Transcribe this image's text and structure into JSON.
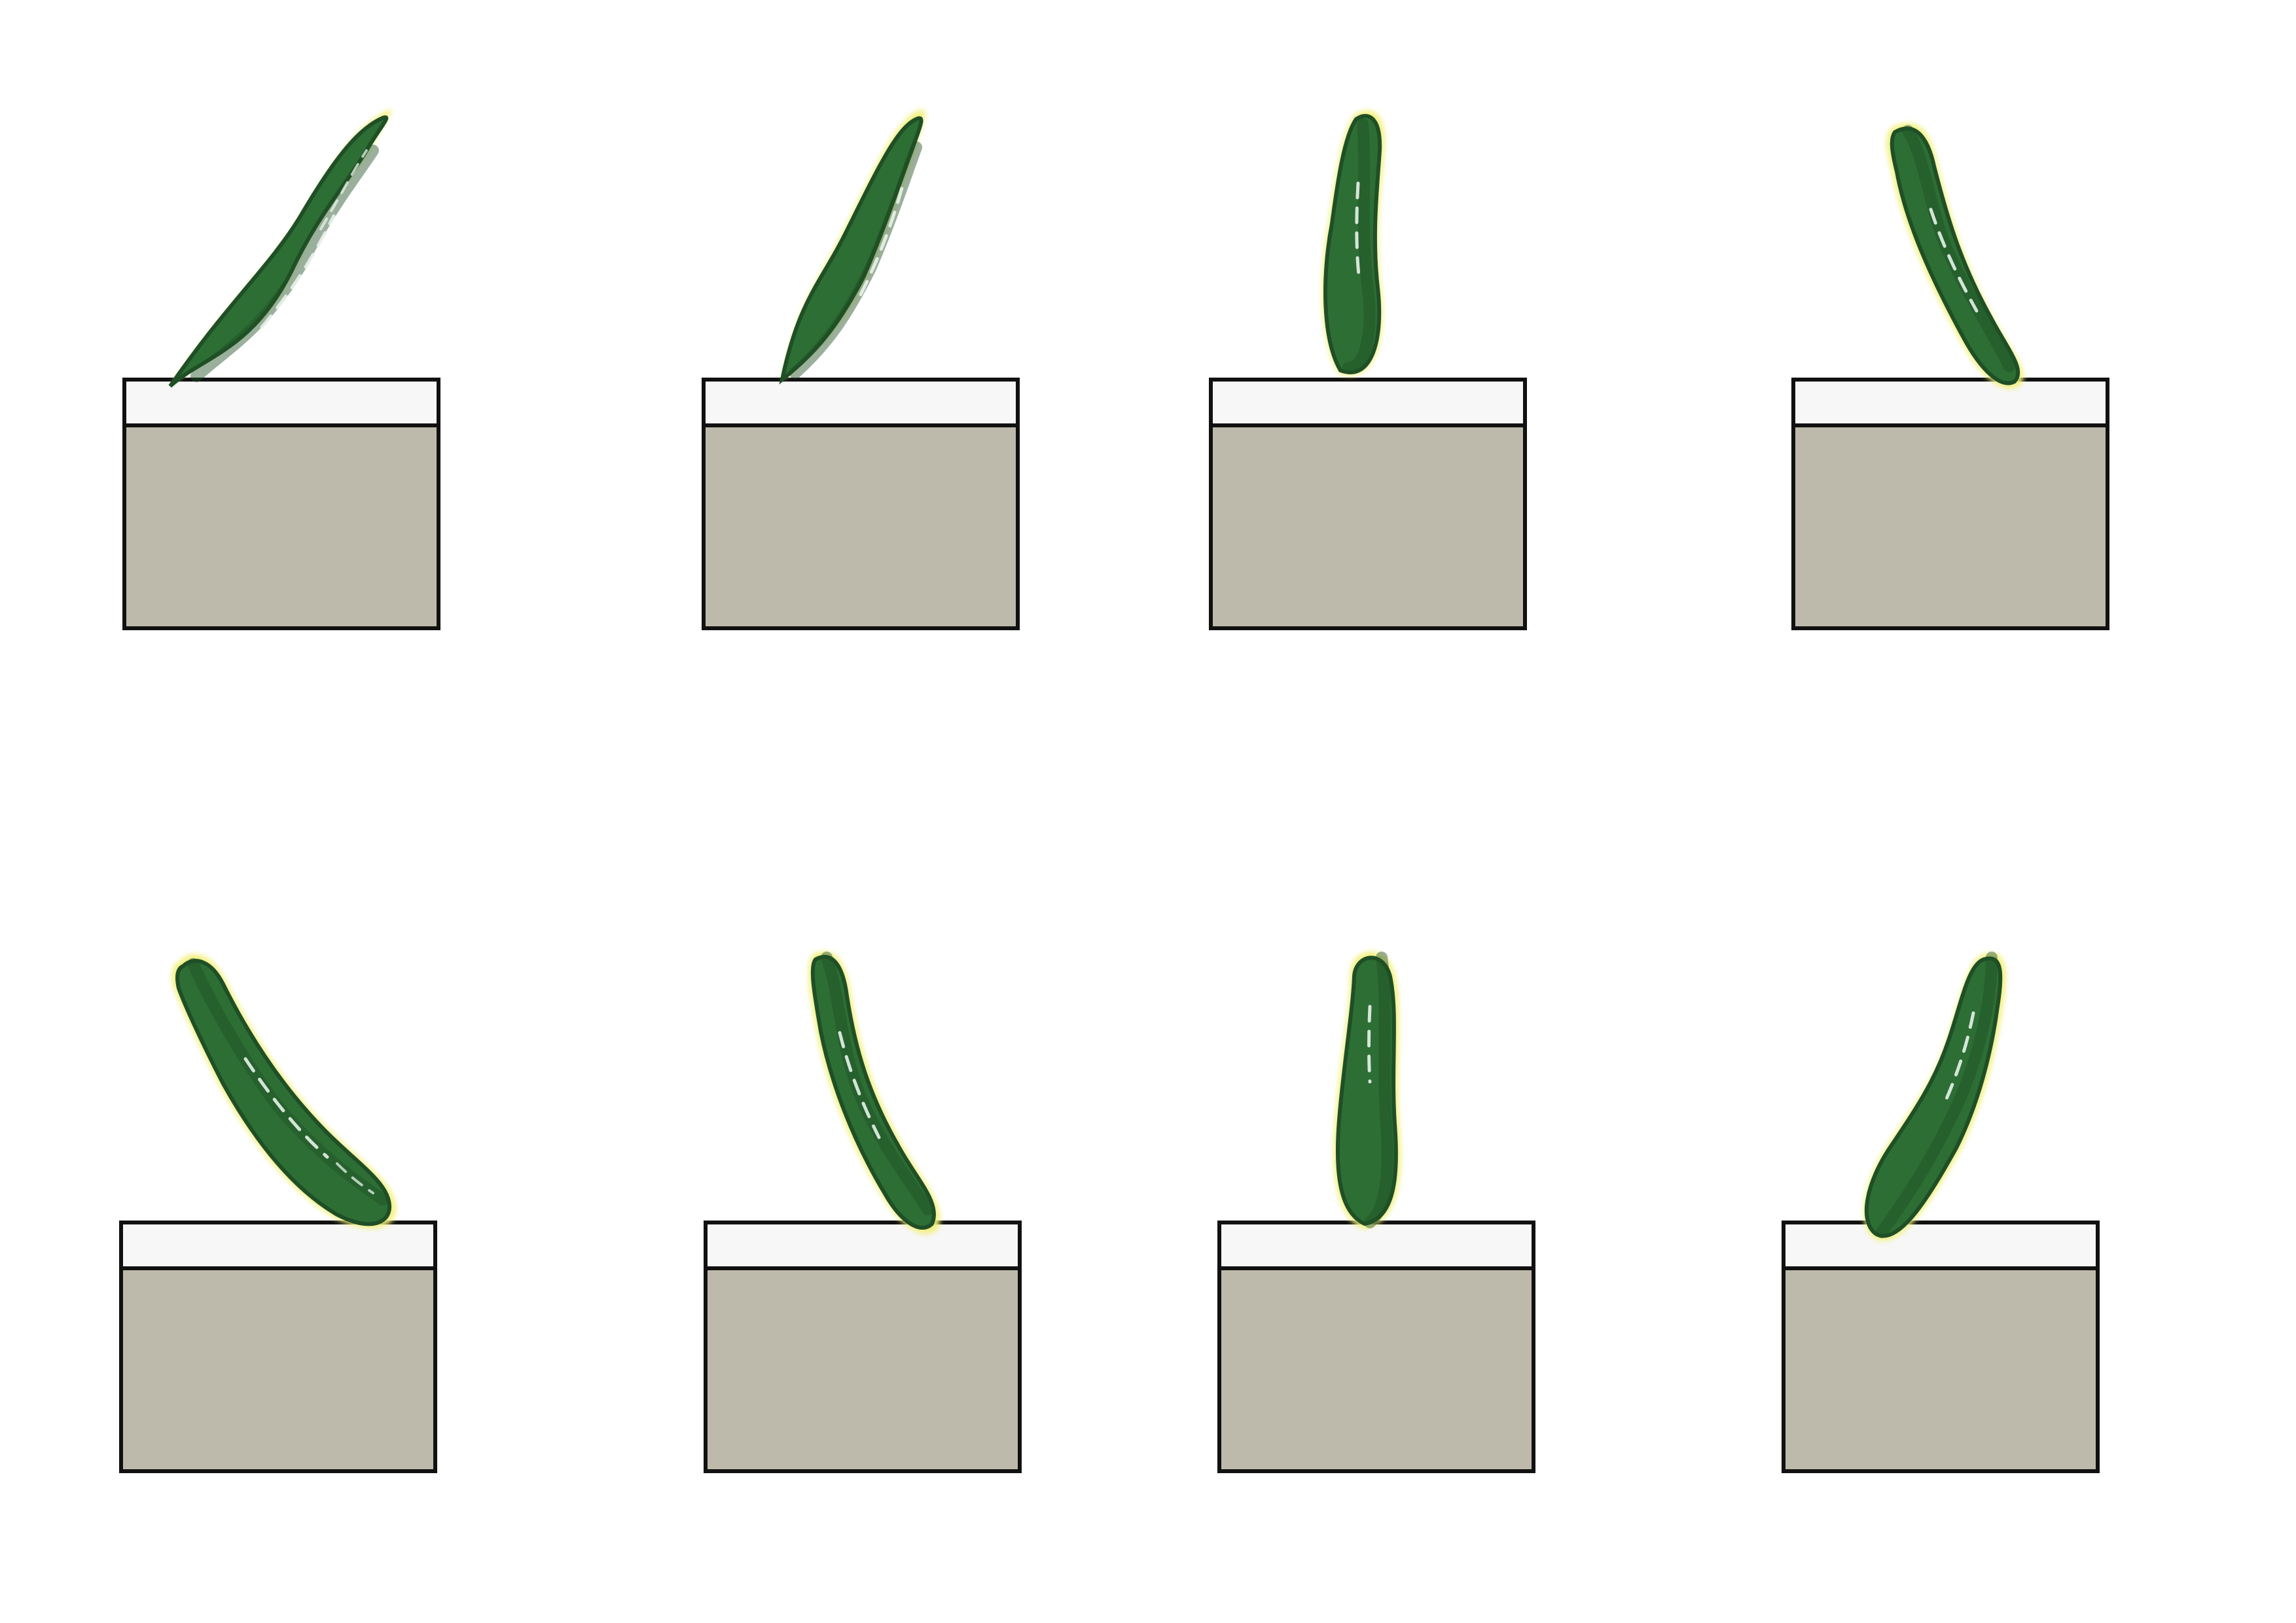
{
  "colors": {
    "background": "#ffffff",
    "box_fill": "#bdbaab",
    "lid_fill": "#f7f7f7",
    "box_stroke": "#111111",
    "cucumber_skin": "#2d6e34",
    "cucumber_dark": "#1f4f26",
    "cucumber_highlight": "#e8f3ea",
    "glow": "#f2f07a"
  },
  "icons": {
    "cucumber": "cucumber-icon",
    "box": "box-icon"
  },
  "cards": [
    {
      "name": "card-1",
      "cucumber": "cucumber-icon",
      "pose": "lean-right-long"
    },
    {
      "name": "card-2",
      "cucumber": "cucumber-icon",
      "pose": "lean-right-short"
    },
    {
      "name": "card-3",
      "cucumber": "cucumber-icon",
      "pose": "upright"
    },
    {
      "name": "card-4",
      "cucumber": "cucumber-icon",
      "pose": "lean-left-short"
    },
    {
      "name": "card-5",
      "cucumber": "cucumber-icon",
      "pose": "lean-left-long"
    },
    {
      "name": "card-6",
      "cucumber": "cucumber-icon",
      "pose": "lean-left-short"
    },
    {
      "name": "card-7",
      "cucumber": "cucumber-icon",
      "pose": "upright"
    },
    {
      "name": "card-8",
      "cucumber": "cucumber-icon",
      "pose": "lean-right-short"
    }
  ]
}
